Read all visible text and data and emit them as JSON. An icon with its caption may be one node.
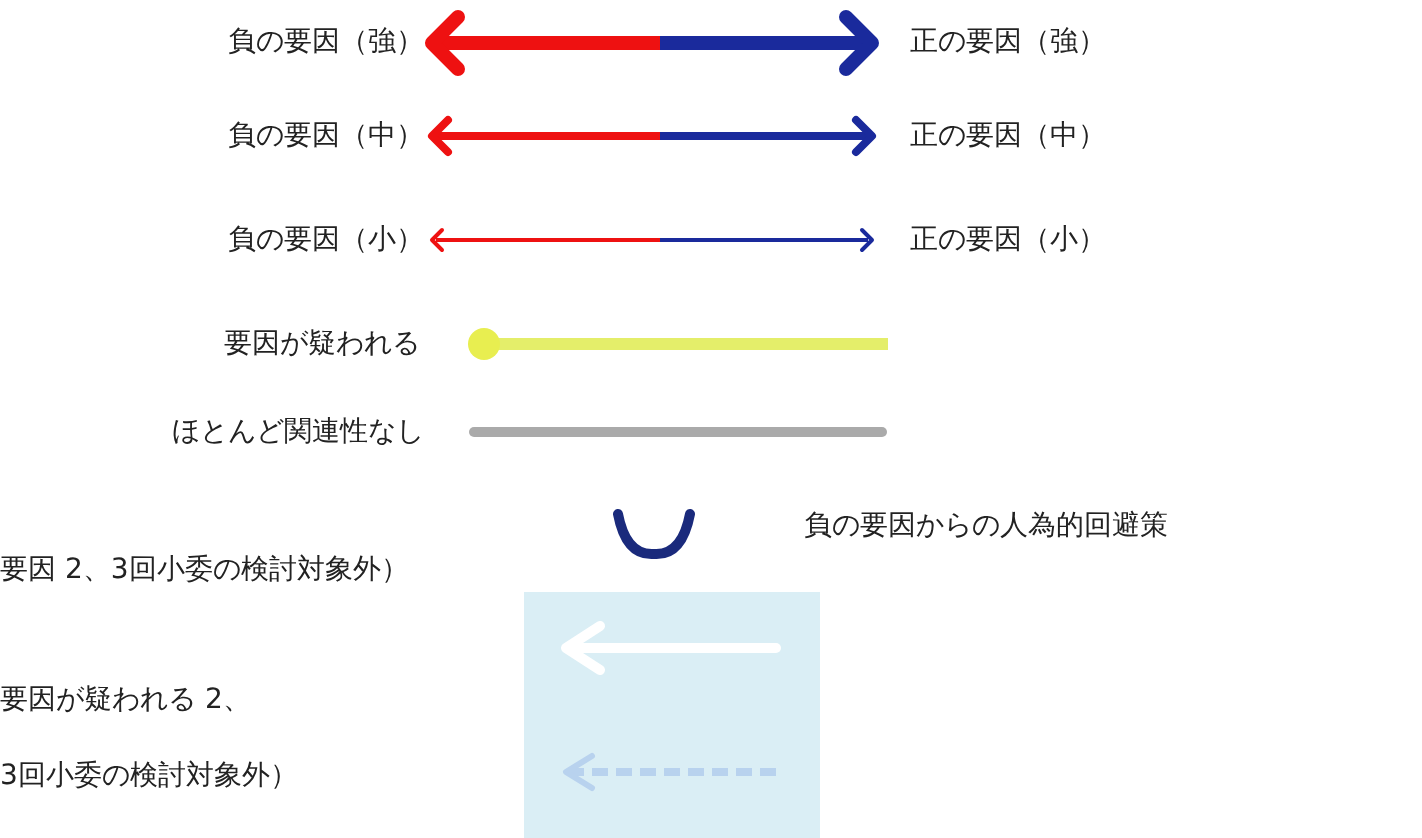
{
  "diagram": {
    "legend": [
      {
        "text": "負の要因（強）"
      },
      {
        "text": "正の要因（強）"
      },
      {
        "text": "負の要因（中）"
      },
      {
        "text": "正の要因（中）"
      },
      {
        "text": "負の要因（小）"
      },
      {
        "text": "正の要因（小）"
      },
      {
        "text": "要因が疑われる"
      },
      {
        "text": "ほとんど関連性なし"
      },
      {
        "text": "負の要因からの人為的回避策"
      },
      {
        "text": "要因 2、3回小委の検討対象外）"
      },
      {
        "text": "要因が疑われる 2、3回小委の検討対象外）"
      }
    ]
  }
}
